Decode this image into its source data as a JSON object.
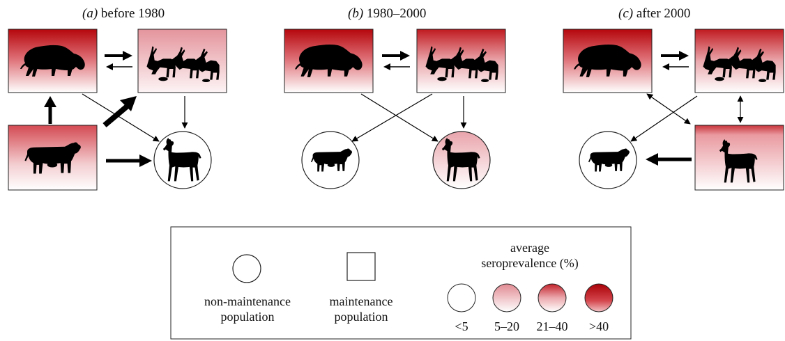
{
  "panels": [
    {
      "letter": "(a)",
      "title": "before 1980"
    },
    {
      "letter": "(b)",
      "title": "1980–2000"
    },
    {
      "letter": "(c)",
      "title": "after 2000"
    }
  ],
  "legend": {
    "circle_label": "non-maintenance population",
    "circle_label_l1": "non-maintenance",
    "circle_label_l2": "population",
    "square_label_l1": "maintenance",
    "square_label_l2": "population",
    "scale_title_l1": "average",
    "scale_title_l2": "seroprevalence (%)",
    "levels": [
      "<5",
      "5–20",
      "21–40",
      ">40"
    ]
  },
  "colors": {
    "level_0": "#ffffff",
    "level_1": "#e9a4ab",
    "level_2": "#dc7c84",
    "level_3": "#b40e14"
  },
  "icons": [
    "bison-icon",
    "elk-icon",
    "cattle-icon",
    "deer-icon"
  ]
}
